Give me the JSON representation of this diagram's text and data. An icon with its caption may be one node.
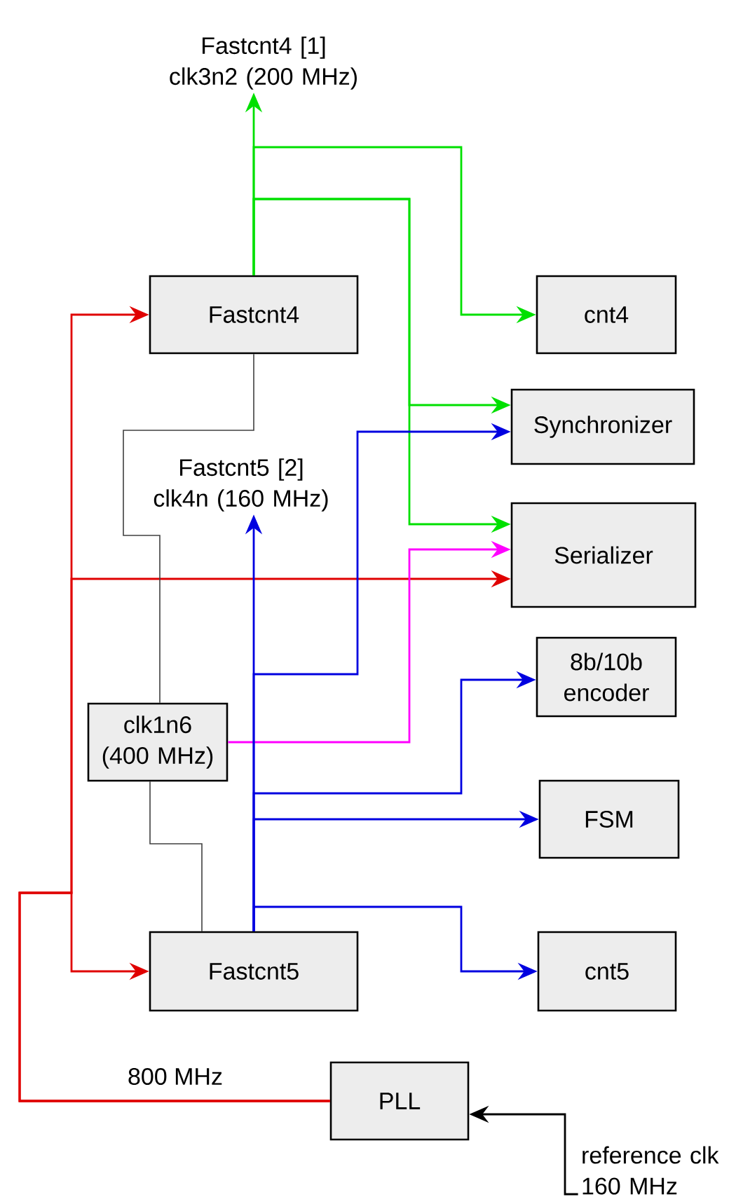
{
  "diagram": {
    "nodes": [
      {
        "text": [
          "Fastcnt4 [1] clk3n2 (200 MHz)"
        ]
      },
      {
        "text": [
          "Fastcnt4"
        ]
      },
      {
        "text": [
          "cnt4"
        ]
      },
      {
        "text": [
          "Synchronizer"
        ]
      },
      {
        "text": [
          "Fastcnt5 [2] clk4n (160 MHz)"
        ]
      },
      {
        "text": [
          "Serializer"
        ]
      },
      {
        "text": [
          "8b/10b encoder"
        ]
      },
      {
        "text": [
          "clk1n6 (400 MHz)"
        ]
      },
      {
        "text": [
          "FSM"
        ]
      },
      {
        "text": [
          "Fastcnt5"
        ]
      },
      {
        "text": [
          "cnt5"
        ]
      },
      {
        "text": [
          "PLL"
        ]
      },
      {
        "text": [
          "reference clk 160 MHz"
        ]
      }
    ],
    "edges": [
      {
        "from": 11,
        "to": 1,
        "arrow": "to",
        "color": "#e00000",
        "label": "800 MHz"
      },
      {
        "from": 11,
        "to": 9,
        "arrow": "to",
        "color": "#e00000"
      },
      {
        "from": 11,
        "to": 5,
        "arrow": "to",
        "color": "#e00000"
      },
      {
        "from": 12,
        "to": 11,
        "arrow": "to",
        "color": "#000000"
      },
      {
        "from": 1,
        "to": 0,
        "arrow": "to",
        "color": "#00e000"
      },
      {
        "from": 1,
        "to": 2,
        "arrow": "to",
        "color": "#00e000"
      },
      {
        "from": 1,
        "to": 3,
        "arrow": "to",
        "color": "#00e000"
      },
      {
        "from": 1,
        "to": 5,
        "arrow": "to",
        "color": "#00e000"
      },
      {
        "from": 7,
        "to": 5,
        "arrow": "to",
        "color": "#ff00ff"
      },
      {
        "from": 9,
        "to": 4,
        "arrow": "to",
        "color": "#0000e0"
      },
      {
        "from": 9,
        "to": 3,
        "arrow": "to",
        "color": "#0000e0"
      },
      {
        "from": 9,
        "to": 6,
        "arrow": "to",
        "color": "#0000e0"
      },
      {
        "from": 9,
        "to": 8,
        "arrow": "to",
        "color": "#0000e0"
      },
      {
        "from": 9,
        "to": 10,
        "arrow": "to",
        "color": "#0000e0"
      },
      {
        "from": 1,
        "to": 7,
        "arrow": "none",
        "color": "#404040"
      },
      {
        "from": 7,
        "to": 9,
        "arrow": "none",
        "color": "#404040"
      }
    ]
  }
}
